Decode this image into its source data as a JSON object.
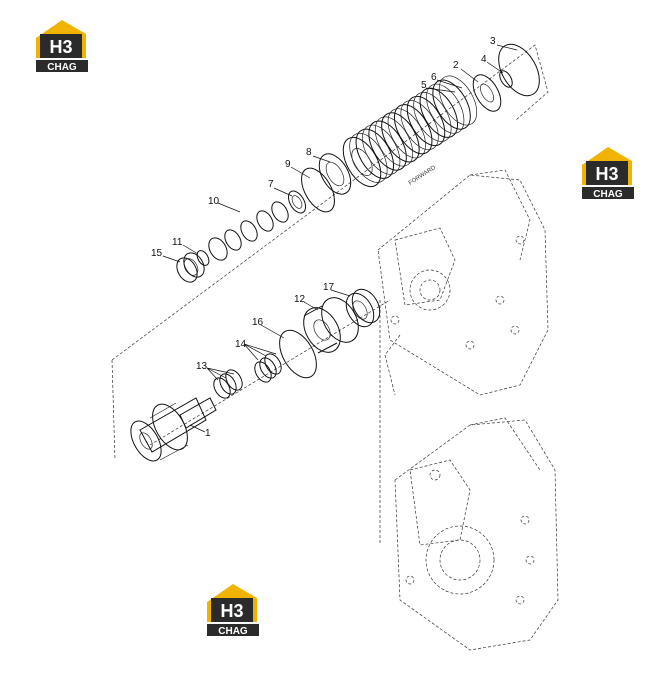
{
  "diagram": {
    "callouts": [
      {
        "id": "c1",
        "label": "1"
      },
      {
        "id": "c2",
        "label": "2"
      },
      {
        "id": "c3",
        "label": "3"
      },
      {
        "id": "c4",
        "label": "4"
      },
      {
        "id": "c5",
        "label": "5"
      },
      {
        "id": "c6",
        "label": "6"
      },
      {
        "id": "c7",
        "label": "7"
      },
      {
        "id": "c8",
        "label": "8"
      },
      {
        "id": "c9",
        "label": "9"
      },
      {
        "id": "c10",
        "label": "10"
      },
      {
        "id": "c11",
        "label": "11"
      },
      {
        "id": "c12",
        "label": "12"
      },
      {
        "id": "c13",
        "label": "13"
      },
      {
        "id": "c14",
        "label": "14"
      },
      {
        "id": "c15",
        "label": "15"
      },
      {
        "id": "c16",
        "label": "16"
      },
      {
        "id": "c17",
        "label": "17"
      }
    ],
    "embossed_text": "FORWARD"
  },
  "watermark": {
    "logo_mark": "H3",
    "logo_word": "CHAG",
    "colors": {
      "roof": "#f0b400",
      "dark": "#2b2b2b",
      "light": "#ffffff"
    }
  }
}
